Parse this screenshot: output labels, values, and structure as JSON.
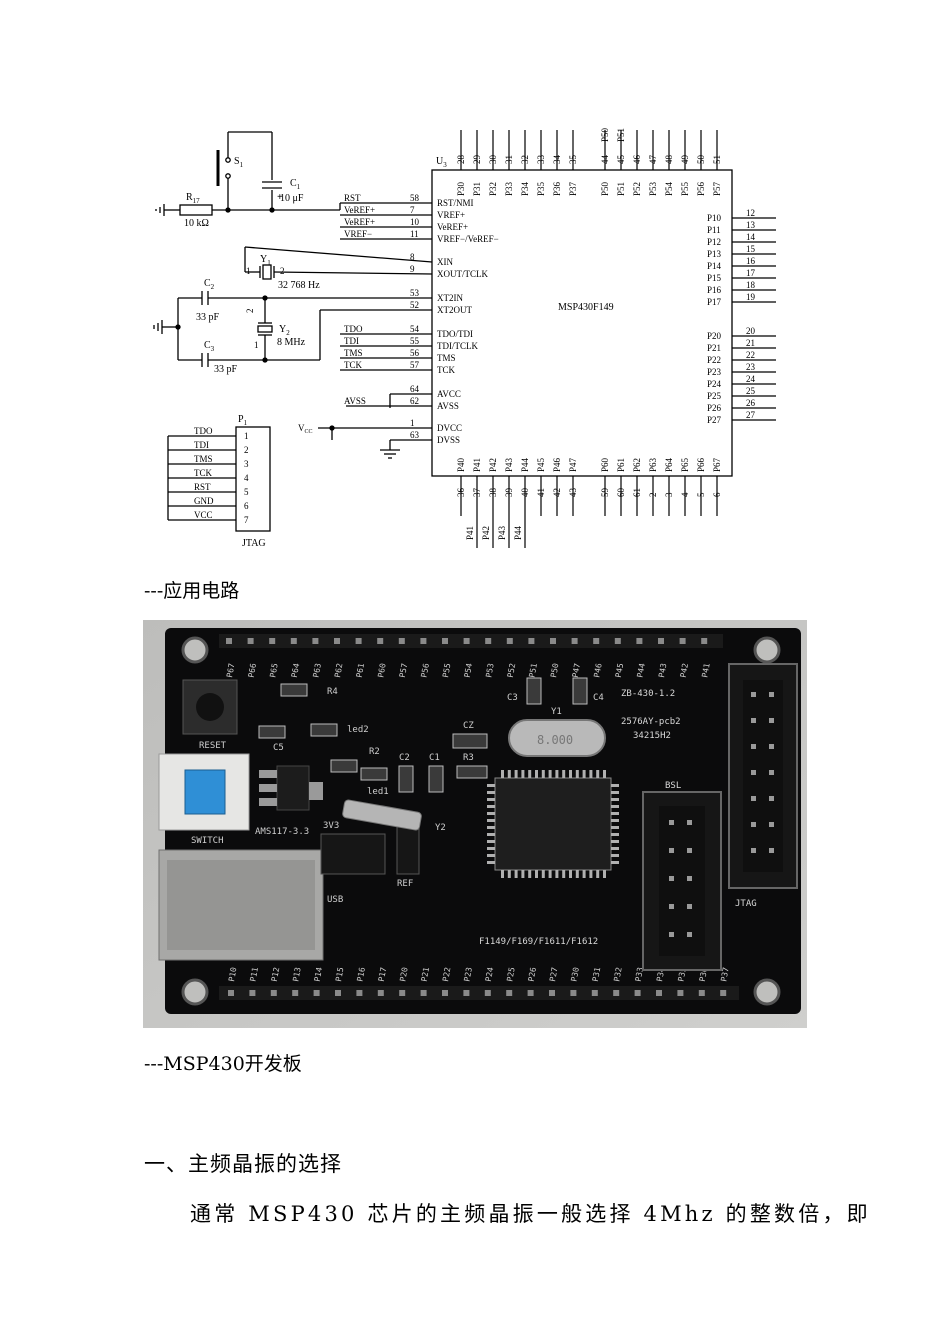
{
  "schematic": {
    "chip_label": "U",
    "chip_sub": "3",
    "chip_name": "MSP430F149",
    "top_pins": [
      {
        "num": "28",
        "name": "P30"
      },
      {
        "num": "29",
        "name": "P31"
      },
      {
        "num": "30",
        "name": "P32"
      },
      {
        "num": "31",
        "name": "P33"
      },
      {
        "num": "32",
        "name": "P34"
      },
      {
        "num": "33",
        "name": "P35"
      },
      {
        "num": "34",
        "name": "P36"
      },
      {
        "num": "35",
        "name": "P37"
      },
      {
        "num": "44",
        "name": "P50"
      },
      {
        "num": "45",
        "name": "P51"
      },
      {
        "num": "46",
        "name": "P52"
      },
      {
        "num": "47",
        "name": "P53"
      },
      {
        "num": "48",
        "name": "P54"
      },
      {
        "num": "49",
        "name": "P55"
      },
      {
        "num": "50",
        "name": "P56"
      },
      {
        "num": "51",
        "name": "P57"
      }
    ],
    "top_ext_labels": [
      "P50",
      "P51"
    ],
    "right_pins": [
      {
        "num": "12",
        "name": "P10"
      },
      {
        "num": "13",
        "name": "P11"
      },
      {
        "num": "14",
        "name": "P12"
      },
      {
        "num": "15",
        "name": "P13"
      },
      {
        "num": "16",
        "name": "P14"
      },
      {
        "num": "17",
        "name": "P15"
      },
      {
        "num": "18",
        "name": "P16"
      },
      {
        "num": "19",
        "name": "P17"
      },
      {
        "num": "20",
        "name": "P20"
      },
      {
        "num": "21",
        "name": "P21"
      },
      {
        "num": "22",
        "name": "P22"
      },
      {
        "num": "23",
        "name": "P23"
      },
      {
        "num": "24",
        "name": "P24"
      },
      {
        "num": "25",
        "name": "P25"
      },
      {
        "num": "26",
        "name": "P26"
      },
      {
        "num": "27",
        "name": "P27"
      }
    ],
    "bottom_pins": [
      {
        "num": "36",
        "name": "P40"
      },
      {
        "num": "37",
        "name": "P41"
      },
      {
        "num": "38",
        "name": "P42"
      },
      {
        "num": "39",
        "name": "P43"
      },
      {
        "num": "40",
        "name": "P44"
      },
      {
        "num": "41",
        "name": "P45"
      },
      {
        "num": "42",
        "name": "P46"
      },
      {
        "num": "43",
        "name": "P47"
      },
      {
        "num": "59",
        "name": "P60"
      },
      {
        "num": "60",
        "name": "P61"
      },
      {
        "num": "61",
        "name": "P62"
      },
      {
        "num": "2",
        "name": "P63"
      },
      {
        "num": "3",
        "name": "P64"
      },
      {
        "num": "4",
        "name": "P65"
      },
      {
        "num": "5",
        "name": "P66"
      },
      {
        "num": "6",
        "name": "P67"
      }
    ],
    "bottom_ext_labels": [
      "P41",
      "P42",
      "P43",
      "P44"
    ],
    "left_pins": [
      {
        "num": "58",
        "name": "RST/NMI",
        "net": "RST"
      },
      {
        "num": "7",
        "name": "VREF+",
        "net": "VeREF+"
      },
      {
        "num": "10",
        "name": "VeREF+",
        "net": "VeREF+"
      },
      {
        "num": "11",
        "name": "VREF−/VeREF−",
        "net": "VREF−"
      },
      {
        "num": "8",
        "name": "XIN",
        "net": ""
      },
      {
        "num": "9",
        "name": "XOUT/TCLK",
        "net": ""
      },
      {
        "num": "53",
        "name": "XT2IN",
        "net": ""
      },
      {
        "num": "52",
        "name": "XT2OUT",
        "net": ""
      },
      {
        "num": "54",
        "name": "TDO/TDI",
        "net": "TDO"
      },
      {
        "num": "55",
        "name": "TDI/TCLK",
        "net": "TDI"
      },
      {
        "num": "56",
        "name": "TMS",
        "net": "TMS"
      },
      {
        "num": "57",
        "name": "TCK",
        "net": "TCK"
      },
      {
        "num": "64",
        "name": "AVCC",
        "net": ""
      },
      {
        "num": "62",
        "name": "AVSS",
        "net": "AVSS"
      },
      {
        "num": "1",
        "name": "DVCC",
        "net": ""
      },
      {
        "num": "63",
        "name": "DVSS",
        "net": ""
      }
    ],
    "s1_label": "S",
    "s1_sub": "1",
    "c1_label": "C",
    "c1_sub": "1",
    "c1_value": "10 μF",
    "r17_label": "R",
    "r17_sub": "17",
    "r17_value": "10 kΩ",
    "y1_label": "Y",
    "y1_sub": "1",
    "y1_pin1": "1",
    "y1_pin2": "2",
    "y1_value": "32  768  Hz",
    "c2_label": "C",
    "c2_sub": "2",
    "c2_value": "33  pF",
    "c3_label": "C",
    "c3_sub": "3",
    "c3_value": "33  pF",
    "y2_label": "Y",
    "y2_sub": "2",
    "y2_pin1": "1",
    "y2_pin2": "2",
    "y2_value": "8  MHz",
    "vcc_label": "V",
    "vcc_sub": "CC",
    "jtag_ref": "P",
    "jtag_ref_sub": "1",
    "jtag_pins": [
      {
        "num": "1",
        "net": "TDO"
      },
      {
        "num": "2",
        "net": "TDI"
      },
      {
        "num": "3",
        "net": "TMS"
      },
      {
        "num": "4",
        "net": "TCK"
      },
      {
        "num": "5",
        "net": "RST"
      },
      {
        "num": "6",
        "net": "GND"
      },
      {
        "num": "7",
        "net": "VCC"
      }
    ],
    "jtag_name": "JTAG"
  },
  "caption_circuit": "---应用电路",
  "board": {
    "top_header": [
      "P67",
      "P66",
      "P65",
      "P64",
      "P63",
      "P62",
      "P61",
      "P60",
      "P57",
      "P56",
      "P55",
      "P54",
      "P53",
      "P52",
      "P51",
      "P50",
      "P47",
      "P46",
      "P45",
      "P44",
      "P43",
      "P42",
      "P41"
    ],
    "bottom_header": [
      "P10",
      "P11",
      "P12",
      "P13",
      "P14",
      "P15",
      "P16",
      "P17",
      "P20",
      "P21",
      "P22",
      "P23",
      "P24",
      "P25",
      "P26",
      "P27",
      "P30",
      "P31",
      "P32",
      "P33",
      "P34",
      "P35",
      "P36",
      "P37"
    ],
    "reset_label": "RESET",
    "switch_label": "SWITCH",
    "usb_label": "USB",
    "ref_label": "REF",
    "regulator_label": "AMS117-3.3",
    "v33_label": "3V3",
    "r4": "R4",
    "c5": "C5",
    "led2": "led2",
    "r2": "R2",
    "led1": "led1",
    "c2": "C2",
    "c1": "C1",
    "cz": "CZ",
    "r3": "R3",
    "c3": "C3",
    "y1": "Y1",
    "c4": "C4",
    "y2": "Y2",
    "crystal_marking": "8.000",
    "board_name": "ZB-430-1.2",
    "pcb_line": "2576AY-pcb2",
    "pcb_code": "34215H2",
    "bsl_label": "BSL",
    "jtag_label": "JTAG",
    "models": "F1149/F169/F1611/F1612"
  },
  "caption_board": "---MSP430开发板",
  "heading": "一、主频晶振的选择",
  "paragraph": "通常 MSP430 芯片的主频晶振一般选择 4Mhz 的整数倍，即"
}
